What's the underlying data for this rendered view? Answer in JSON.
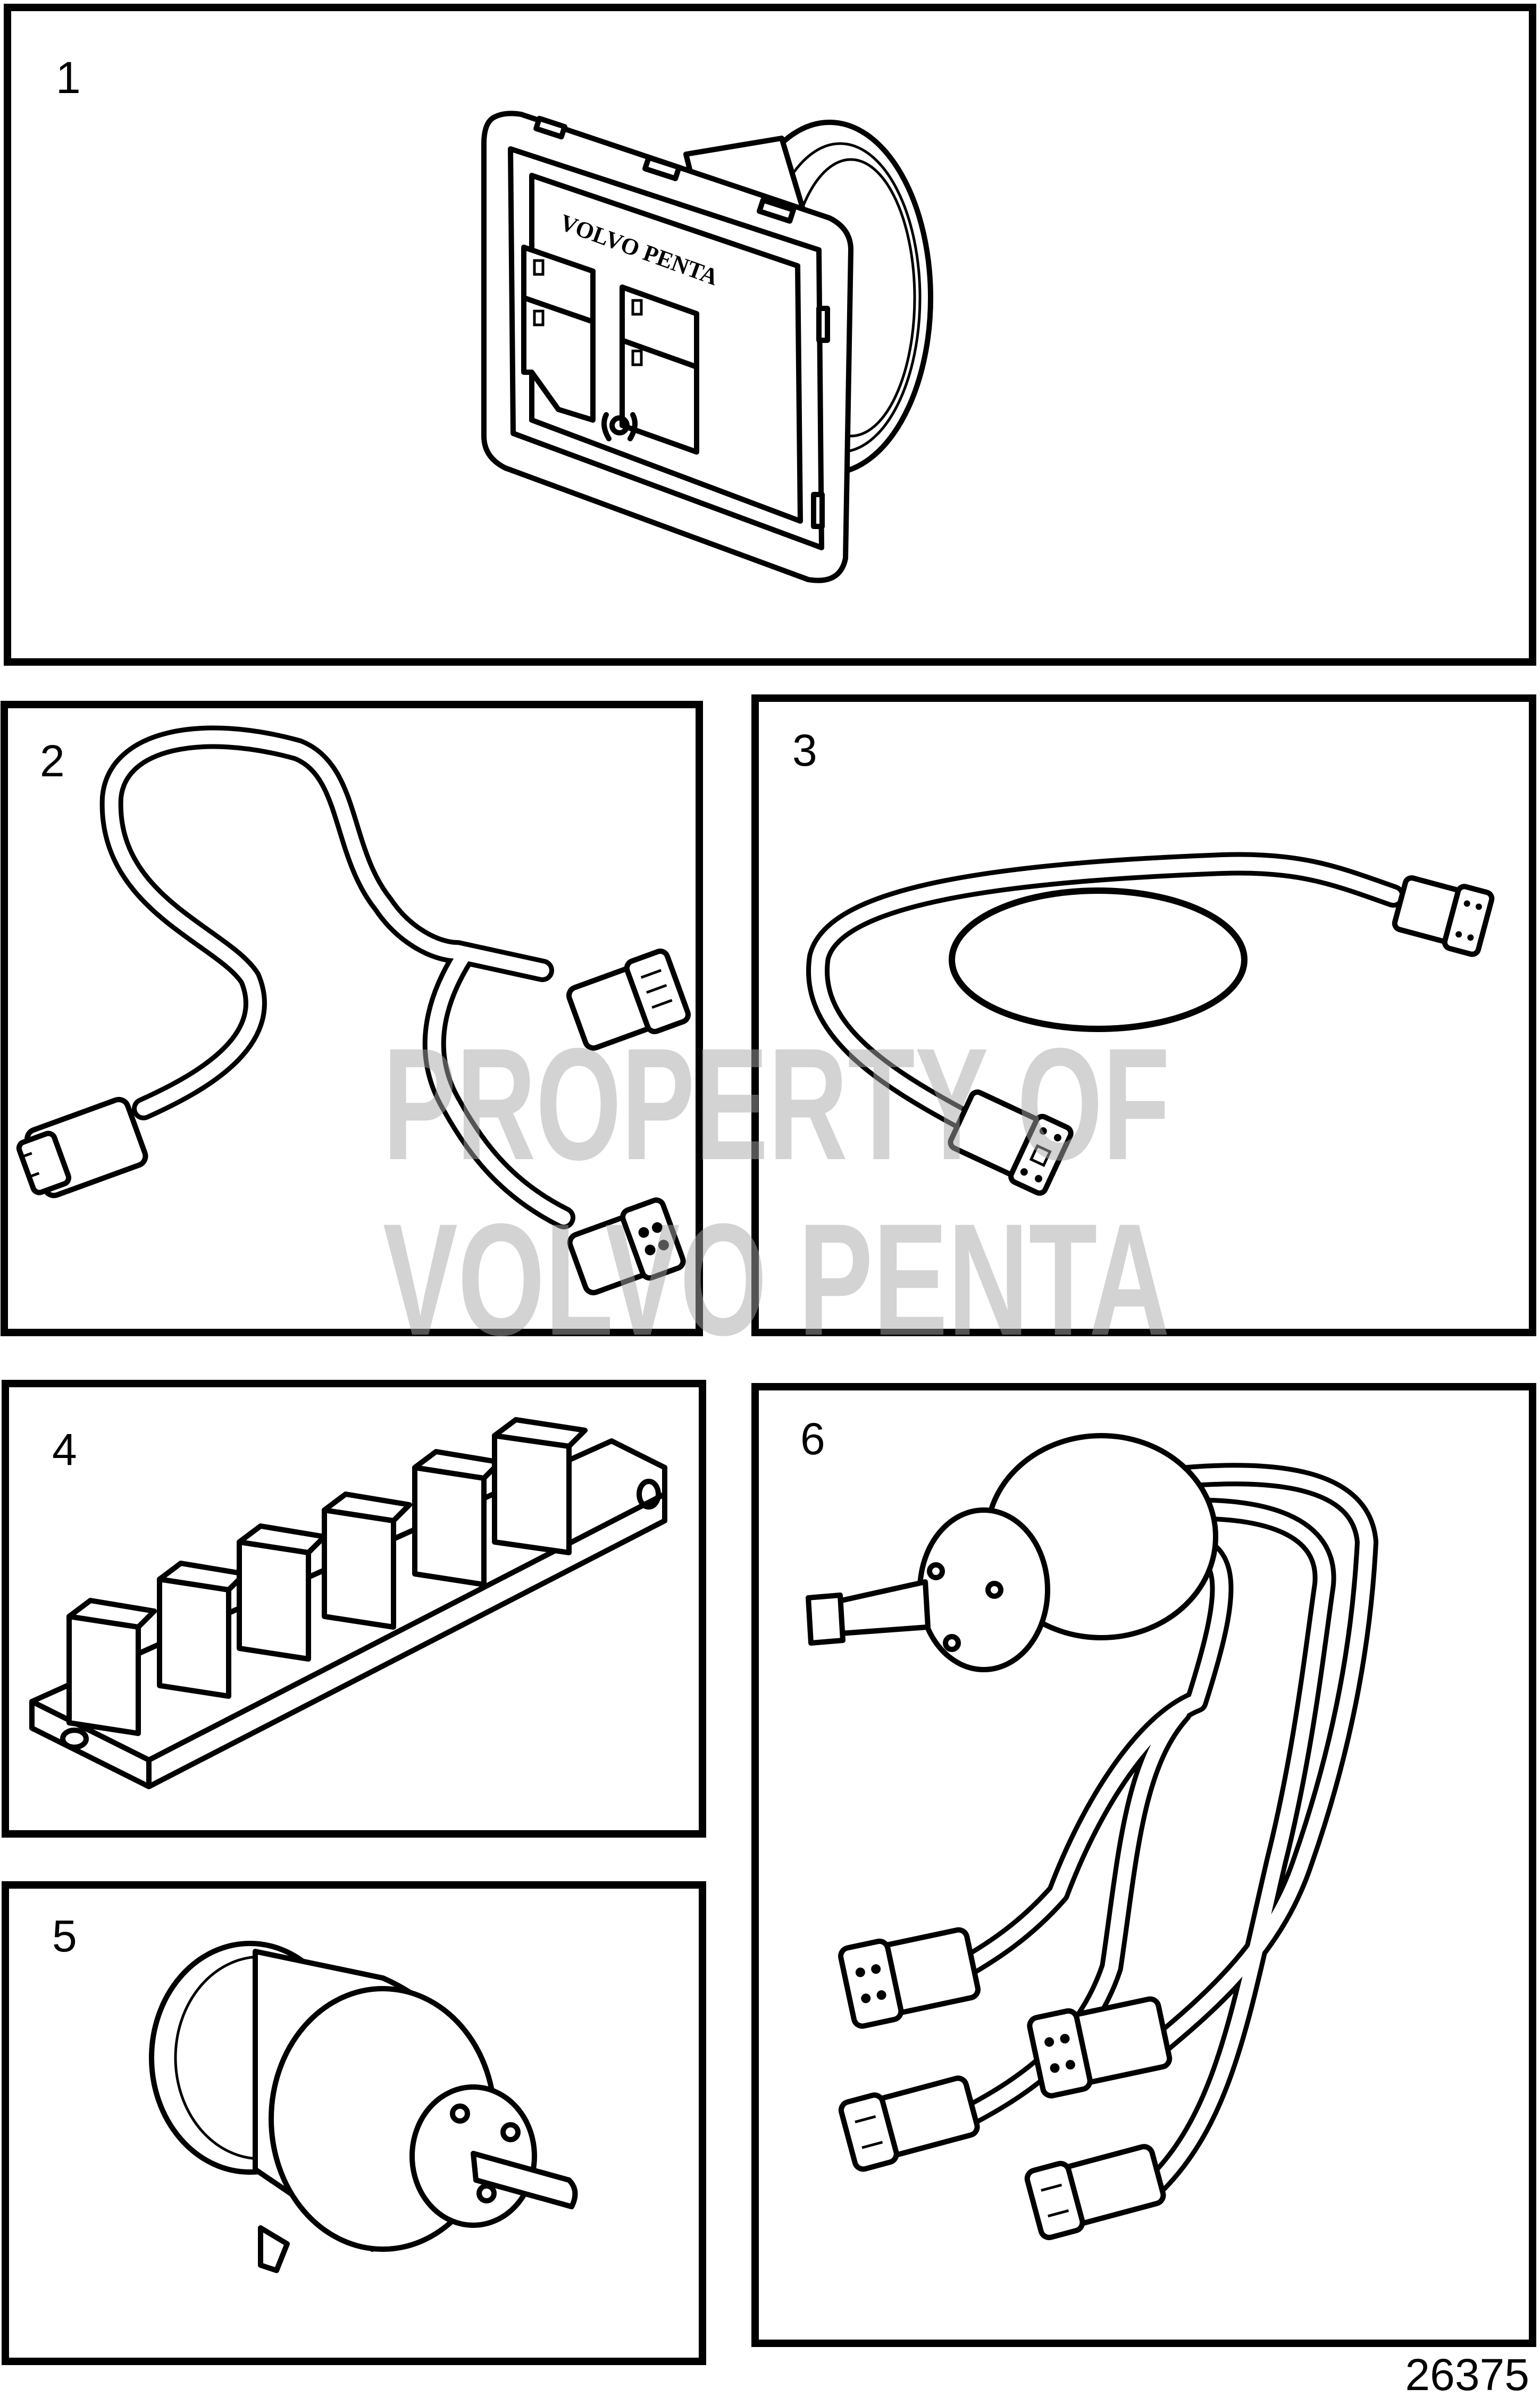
{
  "diagram": {
    "figure_number": "26375",
    "watermark": {
      "line1": "PROPERTY OF",
      "line2": "VOLVO PENTA"
    },
    "panels": [
      {
        "label": "1",
        "part": "control-panel",
        "logo_text": "VOLVO PENTA"
      },
      {
        "label": "2",
        "part": "y-cable-harness"
      },
      {
        "label": "3",
        "part": "extension-cable"
      },
      {
        "label": "4",
        "part": "connector-hub"
      },
      {
        "label": "5",
        "part": "sensor"
      },
      {
        "label": "6",
        "part": "sensor-with-harness"
      }
    ]
  }
}
